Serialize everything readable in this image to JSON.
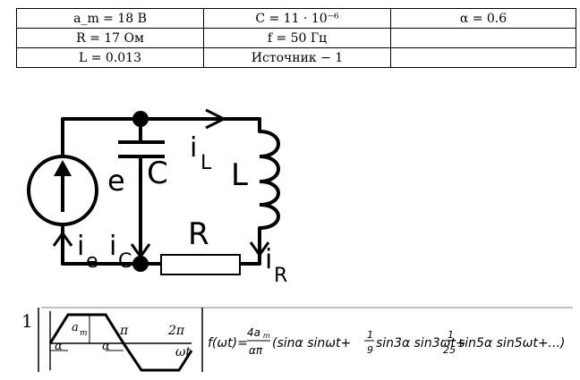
{
  "params": {
    "rows": [
      [
        "a_m = 18 В",
        "C = 11 · 10⁻⁶",
        "α = 0.6"
      ],
      [
        "R = 17 Ом",
        "f = 50 Гц",
        ""
      ],
      [
        "L = 0.013",
        "Источник − 1",
        ""
      ]
    ]
  },
  "circuit": {
    "labels": {
      "e": "e",
      "C": "C",
      "iL_main": "i",
      "iL_sub": "L",
      "L": "L",
      "R": "R",
      "ie_main": "i",
      "ie_sub": "e",
      "iC_main": "i",
      "iC_sub": "C",
      "iR_main": "i",
      "iR_sub": "R"
    }
  },
  "waveform": {
    "index": "1",
    "am": "a",
    "am_sub": "m",
    "alpha": "α",
    "pi": "π",
    "two_pi": "2π",
    "omega_t": "ωt"
  },
  "formula": {
    "lhs": "f(ωt)=",
    "num": "4a",
    "num_sub": "m",
    "den": "απ",
    "term1": "(sinα sinωt+",
    "f1_num": "1",
    "f1_den": "9",
    "term2": "sin3α sin3ωt+",
    "f2_num": "1",
    "f2_den": "25",
    "term3": "sin5α sin5ωt+...)"
  }
}
